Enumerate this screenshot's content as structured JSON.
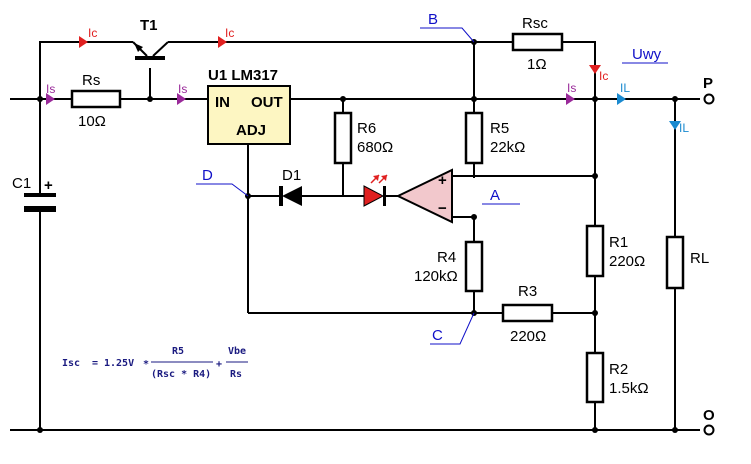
{
  "components": {
    "t1": "T1",
    "rs": "Rs",
    "rs_value": "10Ω",
    "u1": "U1 LM317",
    "u1_in": "IN",
    "u1_out": "OUT",
    "u1_adj": "ADJ",
    "c1": "C1",
    "c1_plus": "+",
    "rsc": "Rsc",
    "rsc_value": "1Ω",
    "r6": "R6",
    "r6_value": "680Ω",
    "r5": "R5",
    "r5_value": "22kΩ",
    "d1": "D1",
    "opamp_plus": "+",
    "opamp_minus": "−",
    "r4": "R4",
    "r4_value": "120kΩ",
    "r3": "R3",
    "r3_value": "220Ω",
    "r1": "R1",
    "r1_value": "220Ω",
    "r2": "R2",
    "r2_value": "1.5kΩ",
    "rl": "RL"
  },
  "nodes": {
    "a": "A",
    "b": "B",
    "c": "C",
    "d": "D",
    "uwy": "Uwy",
    "p": "P",
    "o": "O"
  },
  "currents": {
    "ic": "Ic",
    "is": "Is",
    "il": "IL"
  },
  "formula": {
    "lhs": "Isc",
    "eq": "=",
    "const": "1.25V",
    "times": "*",
    "num1": "R5",
    "den1": "(Rsc * R4)",
    "plus": "+",
    "num2": "Vbe",
    "den2": "Rs"
  },
  "colors": {
    "wire": "#000000",
    "ic_arrow": "#e02020",
    "is_arrow": "#9a2a9a",
    "il_arrow": "#1a8ad0",
    "led": "#e02020",
    "opamp_fill": "#f2c8cc",
    "regulator_fill": "#fdf6c2",
    "node_label": "#1010c8"
  }
}
